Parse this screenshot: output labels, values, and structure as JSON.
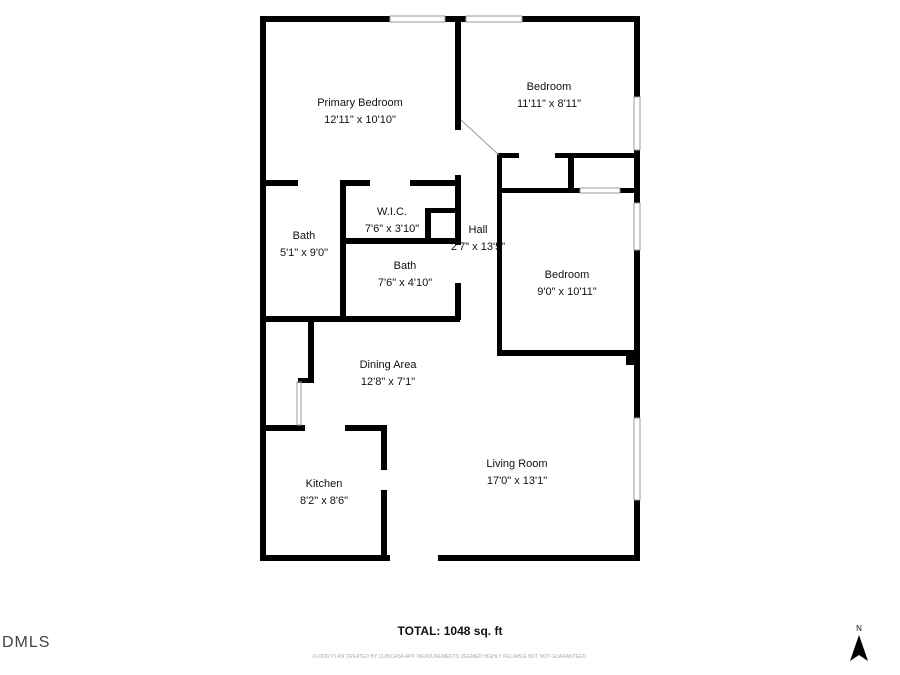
{
  "rooms": [
    {
      "name": "Primary Bedroom",
      "dims": "12'11\" x 10'10\""
    },
    {
      "name": "Bedroom",
      "dims": "11'11\" x 8'11\""
    },
    {
      "name": "W.I.C.",
      "dims": "7'6\" x 3'10\""
    },
    {
      "name": "Bath",
      "dims": "5'1\" x 9'0\""
    },
    {
      "name": "Hall",
      "dims": "2'7\" x 13'5\""
    },
    {
      "name": "Bath",
      "dims": "7'6\" x 4'10\""
    },
    {
      "name": "Bedroom",
      "dims": "9'0\" x 10'11\""
    },
    {
      "name": "Dining Area",
      "dims": "12'8\" x 7'1\""
    },
    {
      "name": "Kitchen",
      "dims": "8'2\" x 8'6\""
    },
    {
      "name": "Living Room",
      "dims": "17'0\" x 13'1\""
    }
  ],
  "total": "TOTAL: 1048 sq. ft",
  "disclaimer": "FLOOR PLAN CREATED BY CUBICASA APP. MEASUREMENTS DEEMED HIGHLY RELIABLE BUT NOT GUARANTEED.",
  "logo": "DMLS",
  "north": "N",
  "wall_color": "#000000"
}
